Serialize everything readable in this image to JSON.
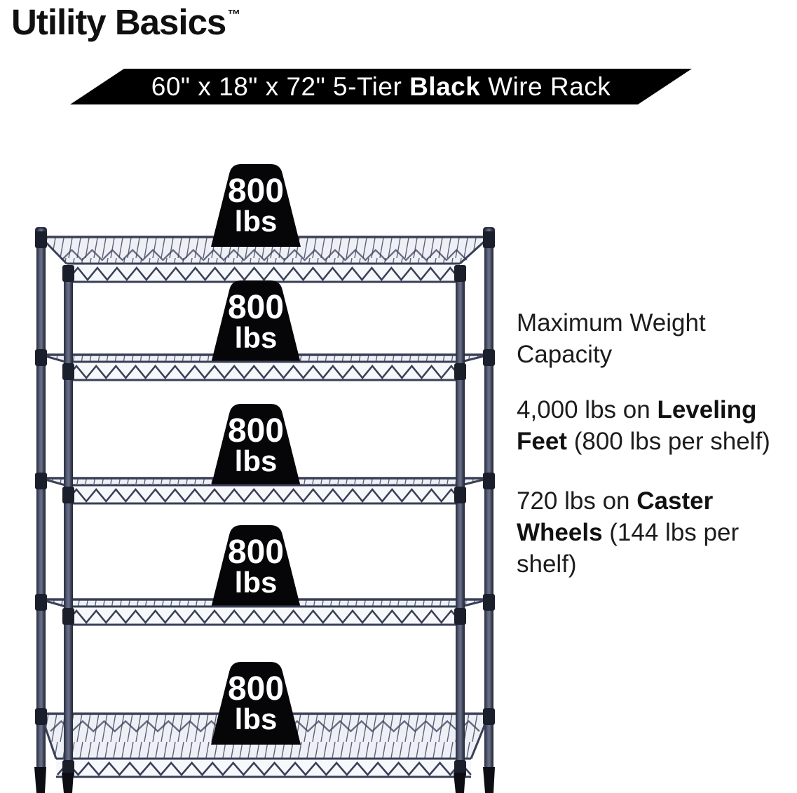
{
  "brand": {
    "name": "Utility Basics",
    "trademark": "™"
  },
  "banner": {
    "prefix": "60\" x 18\" x 72\" 5-Tier ",
    "highlight": "Black",
    "suffix": " Wire Rack"
  },
  "rack": {
    "tiers": 5,
    "weights": [
      {
        "value": "800",
        "unit": "lbs"
      },
      {
        "value": "800",
        "unit": "lbs"
      },
      {
        "value": "800",
        "unit": "lbs"
      },
      {
        "value": "800",
        "unit": "lbs"
      },
      {
        "value": "800",
        "unit": "lbs"
      }
    ]
  },
  "info": {
    "heading": "Maximum Weight Capacity",
    "leveling": {
      "prefix": "4,000 lbs on ",
      "bold": "Leveling Feet",
      "suffix": " (800 lbs per shelf)"
    },
    "caster": {
      "prefix": "720 lbs on ",
      "bold": "Caster Wheels",
      "suffix": " (144 lbs per shelf)"
    }
  },
  "colors": {
    "banner_bg": "#000000",
    "banner_text": "#ffffff",
    "rack_metal": "#394056",
    "weight_fill": "#060608",
    "weight_text": "#ffffff",
    "body_text": "#1c1c1c"
  }
}
